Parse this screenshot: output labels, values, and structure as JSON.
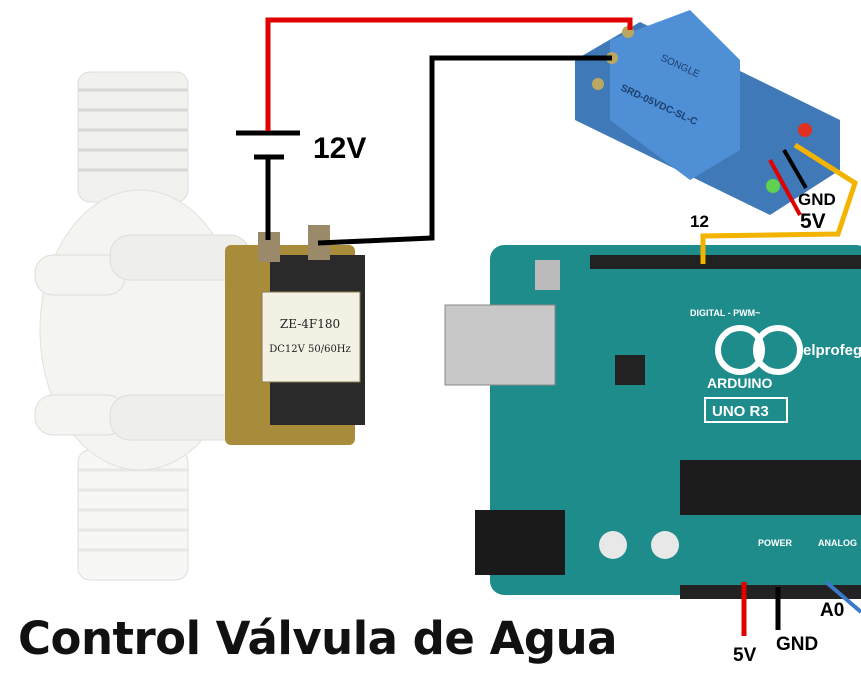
{
  "title": "Control Válvula de Agua",
  "labels": {
    "battery_voltage": "12V",
    "relay_gnd": "GND",
    "relay_5v": "5V",
    "signal_pin": "12",
    "arduino_5v": "5V",
    "arduino_gnd": "GND",
    "analog_pin": "A0"
  },
  "components": {
    "valve_label_model": "ZE-4F180",
    "valve_label_spec": "DC12V 50/60Hz",
    "relay_brand": "SONGLE",
    "relay_model": "SRD-05VDC-SL-C",
    "arduino_brand": "ARDUINO",
    "arduino_model": "UNO R3",
    "arduino_watermark": "elprofega",
    "arduino_digital": "DIGITAL - PWM~",
    "arduino_power": "POWER",
    "arduino_analog": "ANALOG"
  },
  "colors": {
    "wire_red": "#e00000",
    "wire_black": "#000000",
    "wire_yellow": "#f2b400",
    "wire_blue": "#3a78c8",
    "board": "#1f8c8c",
    "relay": "#4a86c8"
  }
}
